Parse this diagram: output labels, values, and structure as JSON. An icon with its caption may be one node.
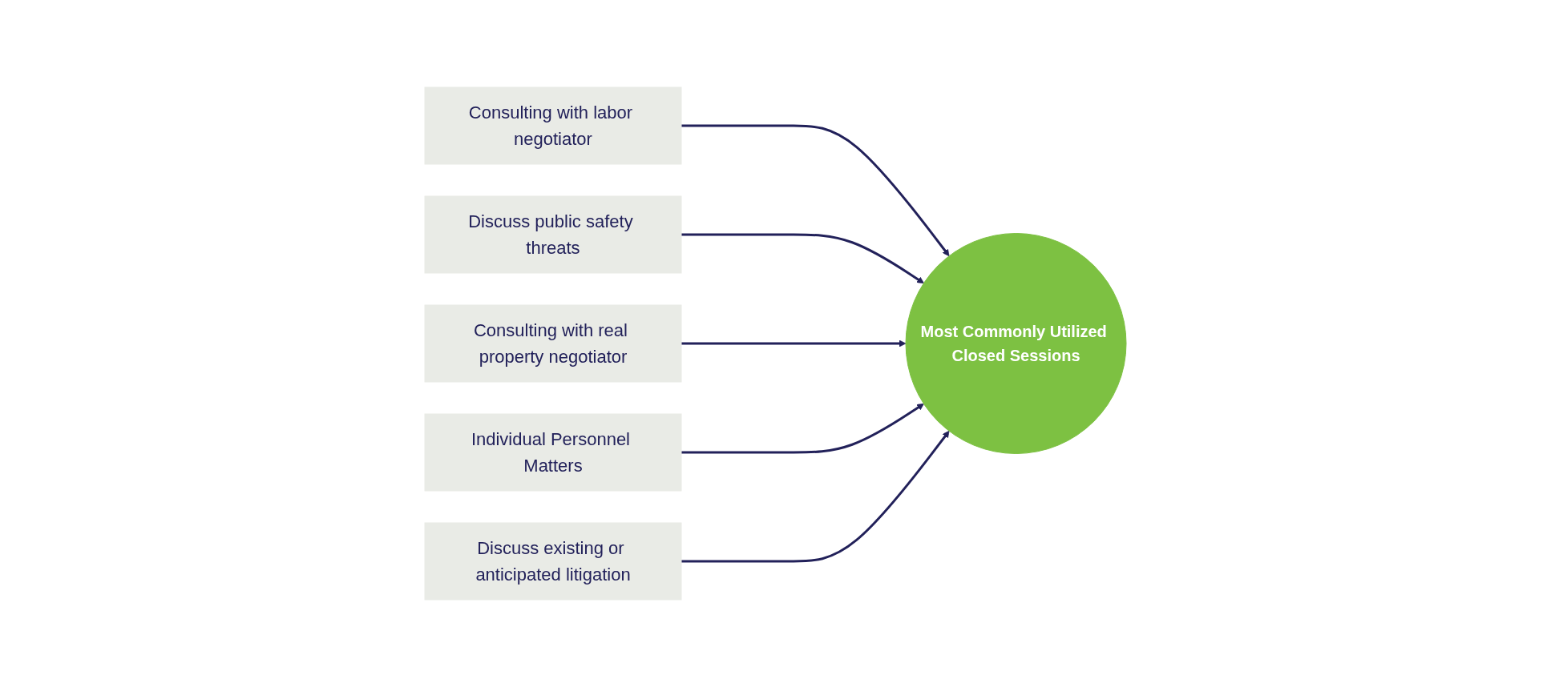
{
  "diagram": {
    "nodes": [
      {
        "text": [
          "Consulting with labor negotiator"
        ]
      },
      {
        "text": [
          "Most Commonly Utilized Closed Sessions"
        ]
      },
      {
        "text": [
          "Discuss public safety threats"
        ]
      },
      {
        "text": [
          "Consulting with real property negotiator"
        ]
      },
      {
        "text": [
          "Individual Personnel Matters"
        ]
      },
      {
        "text": [
          "Discuss existing or anticipated litigation"
        ]
      }
    ],
    "edges": [
      {
        "from": 0,
        "to": 1,
        "arrow": "to"
      },
      {
        "from": 2,
        "to": 1,
        "arrow": "to"
      },
      {
        "from": 3,
        "to": 1,
        "arrow": "to"
      },
      {
        "from": 4,
        "to": 1,
        "arrow": "to"
      },
      {
        "from": 5,
        "to": 1,
        "arrow": "to"
      }
    ]
  }
}
